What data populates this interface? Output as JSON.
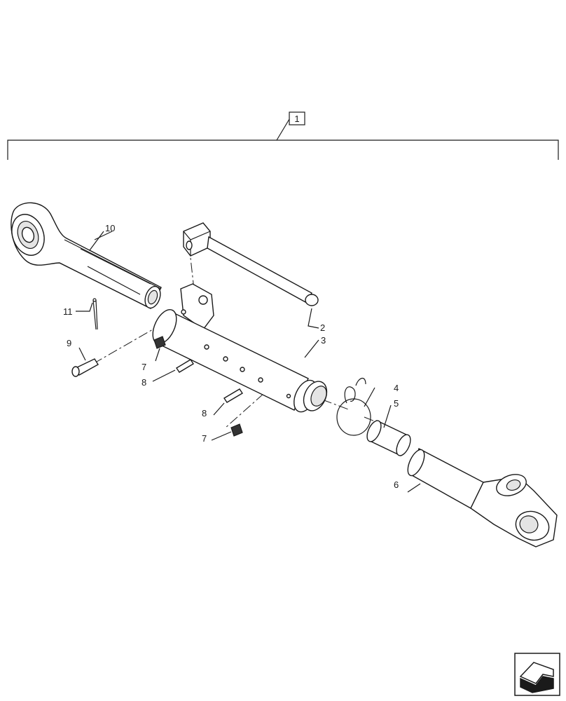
{
  "assembly": {
    "number": "1"
  },
  "callouts": {
    "c2": "2",
    "c3": "3",
    "c4": "4",
    "c5": "5",
    "c6": "6",
    "c7a": "7",
    "c7b": "7",
    "c8a": "8",
    "c8b": "8",
    "c9": "9",
    "c10": "10",
    "c11": "11"
  },
  "nav_icon": "page-navigation-arrow-icon"
}
